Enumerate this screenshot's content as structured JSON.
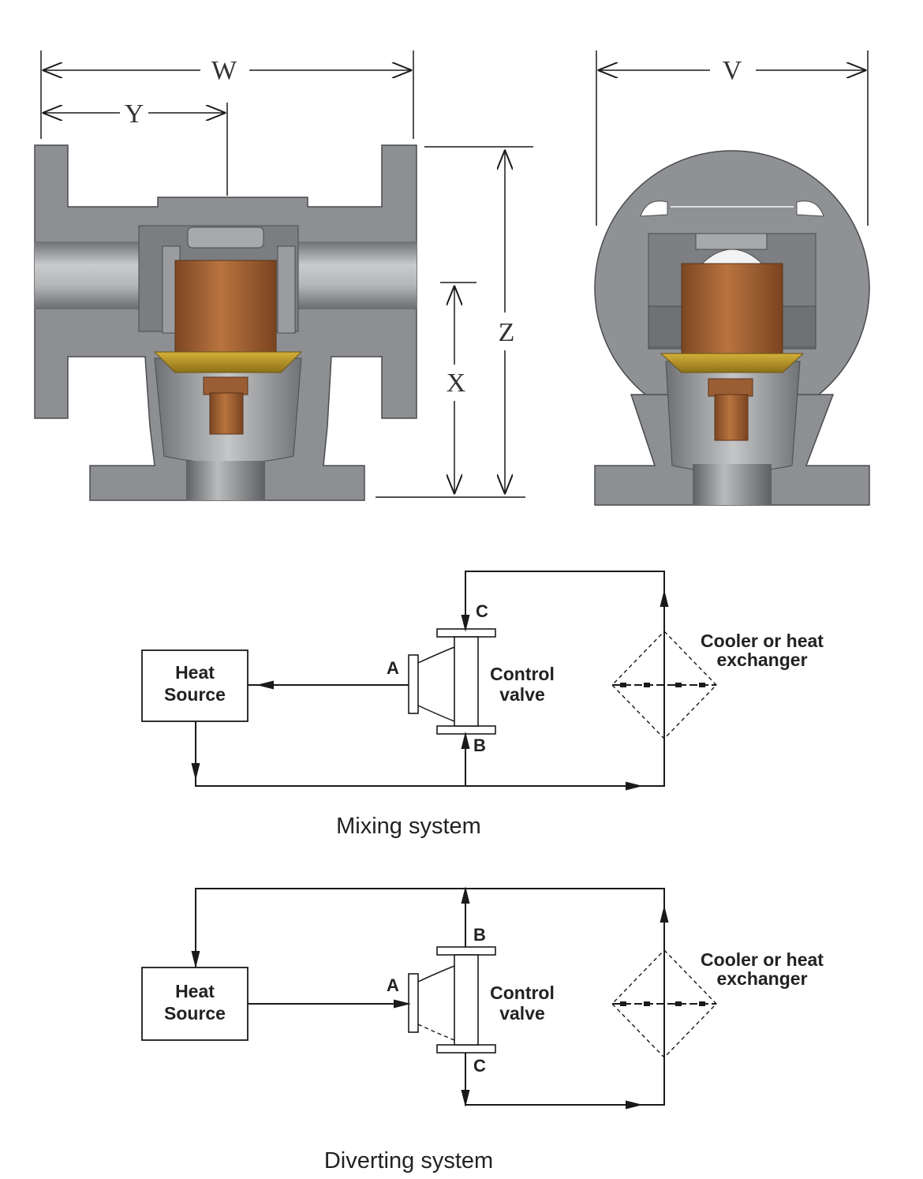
{
  "dimensions": {
    "w": "W",
    "y": "Y",
    "v": "V",
    "z": "Z",
    "x": "X"
  },
  "mixing": {
    "heat_source": [
      "Heat",
      "Source"
    ],
    "port_a": "A",
    "port_b": "B",
    "port_c": "C",
    "valve_label": [
      "Control",
      "valve"
    ],
    "cooler_label": [
      "Cooler or heat",
      "exchanger"
    ],
    "caption": "Mixing system"
  },
  "diverting": {
    "heat_source": [
      "Heat",
      "Source"
    ],
    "port_a": "A",
    "port_b": "B",
    "port_c": "C",
    "valve_label": [
      "Control",
      "valve"
    ],
    "cooler_label": [
      "Cooler or heat",
      "exchanger"
    ],
    "caption": "Diverting system"
  },
  "colors": {
    "body_gray": "#8f9194",
    "copper": "#a8683e",
    "brass": "#b59428"
  }
}
